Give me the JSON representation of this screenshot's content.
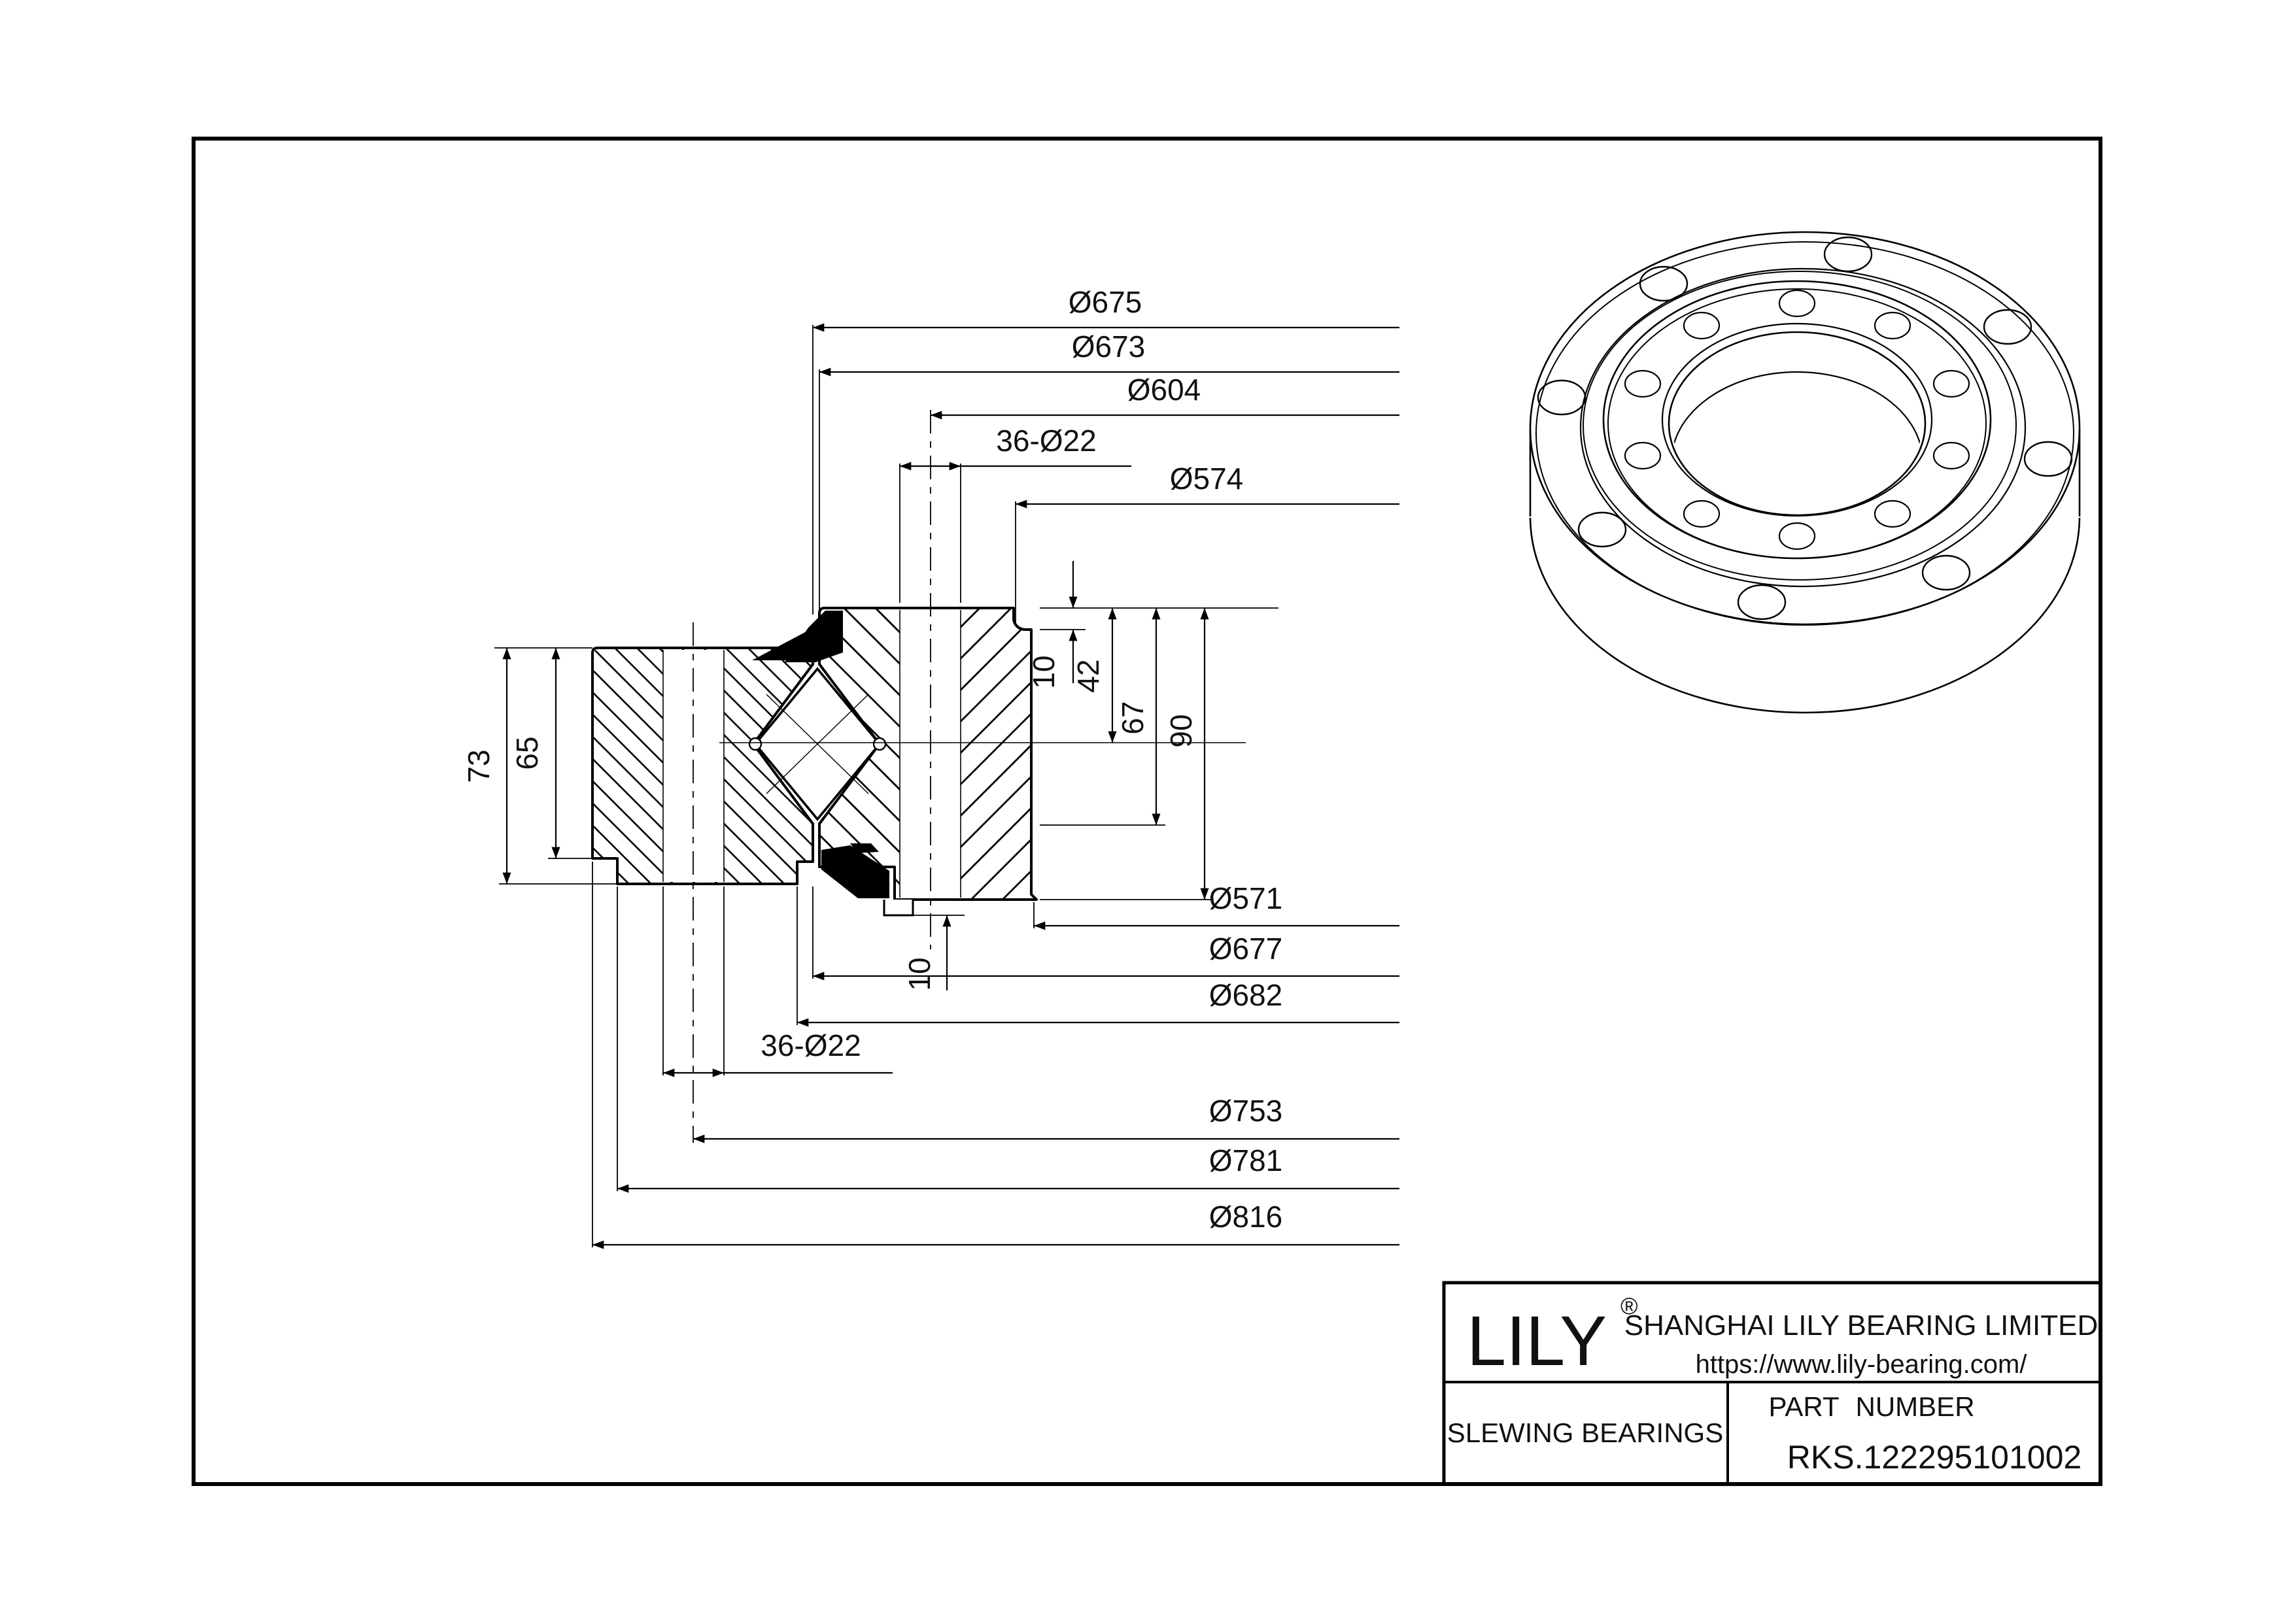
{
  "drawing": {
    "dims": {
      "top": [
        "Ø675",
        "Ø673",
        "Ø604",
        "36-Ø22",
        "Ø574"
      ],
      "bottom": [
        "Ø571",
        "Ø677",
        "Ø682",
        "36-Ø22",
        "Ø753",
        "Ø781",
        "Ø816"
      ],
      "left": [
        "65",
        "73"
      ],
      "right": [
        "10",
        "42",
        "67",
        "90"
      ],
      "bottom_recess": "10"
    }
  },
  "title_block": {
    "brand": "LILY",
    "reg_mark": "®",
    "company": "SHANGHAI LILY BEARING LIMITED",
    "website": "https://www.lily-bearing.com/",
    "category": "SLEWING BEARINGS",
    "part_number_label": "PART NUMBER",
    "part_number": "RKS.122295101002"
  }
}
